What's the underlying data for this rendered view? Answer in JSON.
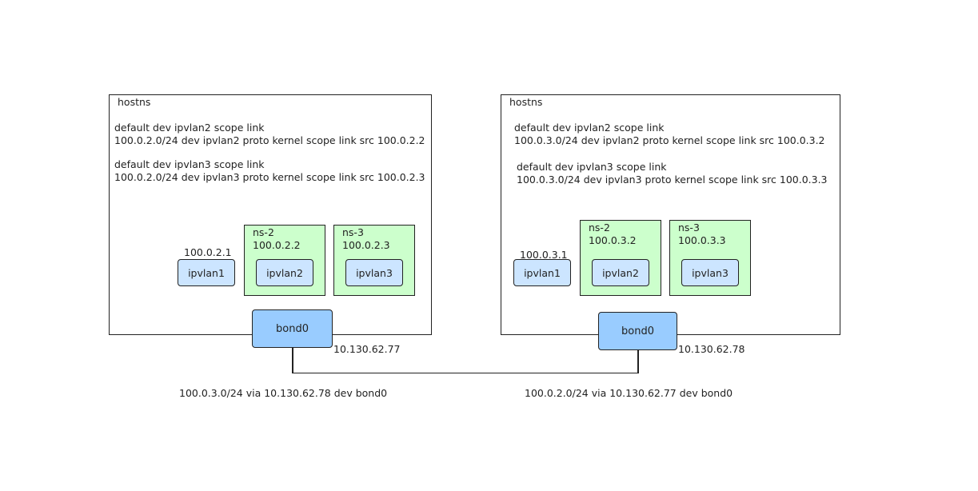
{
  "left_host": {
    "label": "hostns",
    "route1a": "default dev ipvlan2 scope link",
    "route1b": "100.0.2.0/24 dev ipvlan2 proto kernel scope link src 100.0.2.2",
    "route2a": "default dev ipvlan3 scope link",
    "route2b": "100.0.2.0/24 dev ipvlan3 proto kernel scope link src 100.0.2.3",
    "ipvlan1_ip": "100.0.2.1",
    "ipvlan1": "ipvlan1",
    "ns2": {
      "label": "ns-2",
      "ip": "100.0.2.2",
      "dev": "ipvlan2"
    },
    "ns3": {
      "label": "ns-3",
      "ip": "100.0.2.3",
      "dev": "ipvlan3"
    },
    "bond": "bond0",
    "bond_ip": "10.130.62.77",
    "route_out": "100.0.3.0/24 via 10.130.62.78 dev bond0"
  },
  "right_host": {
    "label": "hostns",
    "route1a": "default dev ipvlan2 scope link",
    "route1b": "100.0.3.0/24 dev ipvlan2 proto kernel scope link src 100.0.3.2",
    "route2a": "default dev ipvlan3 scope link",
    "route2b": "100.0.3.0/24 dev ipvlan3 proto kernel scope link src 100.0.3.3",
    "ipvlan1_ip": "100.0.3.1",
    "ipvlan1": "ipvlan1",
    "ns2": {
      "label": "ns-2",
      "ip": "100.0.3.2",
      "dev": "ipvlan2"
    },
    "ns3": {
      "label": "ns-3",
      "ip": "100.0.3.3",
      "dev": "ipvlan3"
    },
    "bond": "bond0",
    "bond_ip": "10.130.62.78",
    "route_out": "100.0.2.0/24 via 10.130.62.77 dev bond0"
  }
}
